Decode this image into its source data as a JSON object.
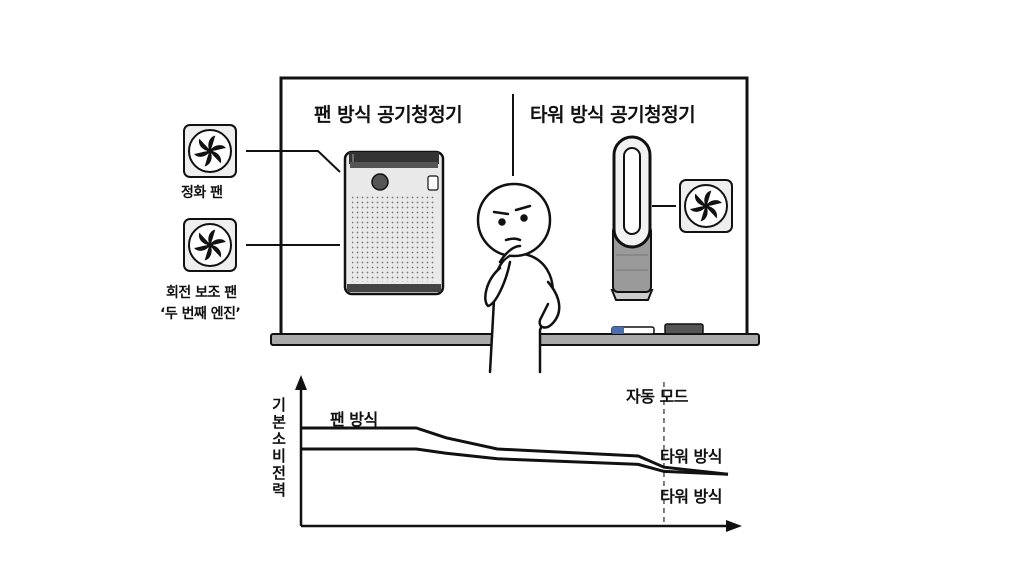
{
  "board": {
    "left_title": "팬 방식 공기청정기",
    "right_title": "타워 방식 공기청정기"
  },
  "fan_labels": {
    "purify_fan": "정화 팬",
    "aux_fan_line1": "회전 보조 팬",
    "aux_fan_line2": "‘두 번째 엔진’"
  },
  "chart_data": {
    "type": "line",
    "ylabel": "기본 소비 전력",
    "annotation": "자동 모드",
    "x": [
      0,
      0.27,
      0.34,
      0.46,
      0.79,
      0.85,
      1.0
    ],
    "series": [
      {
        "name": "팬 방식",
        "values": [
          0.7,
          0.7,
          0.63,
          0.55,
          0.5,
          0.42,
          0.37
        ]
      },
      {
        "name": "타워 방식",
        "values": [
          0.55,
          0.55,
          0.52,
          0.48,
          0.44,
          0.39,
          0.37
        ]
      }
    ],
    "series_labels": [
      "팬 방식",
      "타워 방식",
      "타워 방식"
    ],
    "auto_mode_x": 0.85
  },
  "colors": {
    "ink": "#111111",
    "board_fill": "#ffffff",
    "shelf": "#a9a9a9",
    "device_body": "#e9e9e9",
    "device_dark": "#555555",
    "tower_grey": "#9a9a9a"
  },
  "icons": [
    "fan-icon",
    "fan-icon",
    "fan-icon",
    "person-icon",
    "fan-purifier-icon",
    "tower-purifier-icon",
    "marker-icon",
    "eraser-icon"
  ]
}
